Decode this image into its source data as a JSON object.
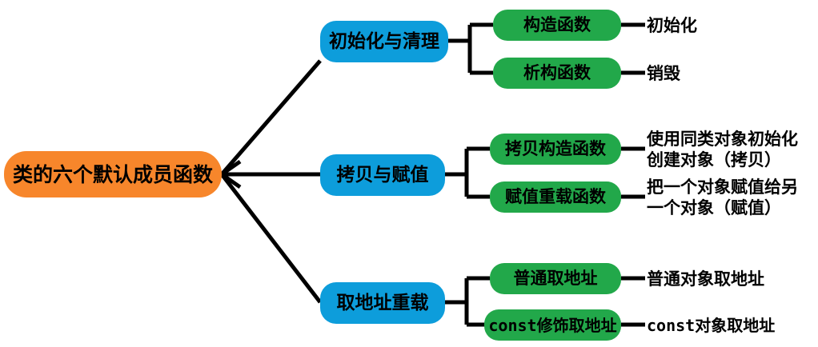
{
  "diagram": {
    "type": "mind-map",
    "title": "类的六个默认成员函数",
    "colors": {
      "root": "#f7862b",
      "branch": "#0d9ddb",
      "leaf": "#22a84a",
      "edge": "#000000",
      "text": "#000000",
      "background": "#ffffff"
    },
    "root": {
      "label": "类的六个默认成员函数"
    },
    "branches": [
      {
        "label": "初始化与清理",
        "leaves": [
          {
            "label": "构造函数",
            "desc": "初始化",
            "mono": false
          },
          {
            "label": "析构函数",
            "desc": "销毁",
            "mono": false
          }
        ]
      },
      {
        "label": "拷贝与赋值",
        "leaves": [
          {
            "label": "拷贝构造函数",
            "desc": "使用同类对象初始化\n创建对象（拷贝）",
            "mono": false
          },
          {
            "label": "赋值重载函数",
            "desc": "把一个对象赋值给另\n一个对象（赋值）",
            "mono": false
          }
        ]
      },
      {
        "label": "取地址重载",
        "leaves": [
          {
            "label": "普通取地址",
            "desc": "普通对象取地址",
            "mono": false
          },
          {
            "label": "const修饰取地址",
            "desc": "const对象取地址",
            "mono": true
          }
        ]
      }
    ]
  }
}
